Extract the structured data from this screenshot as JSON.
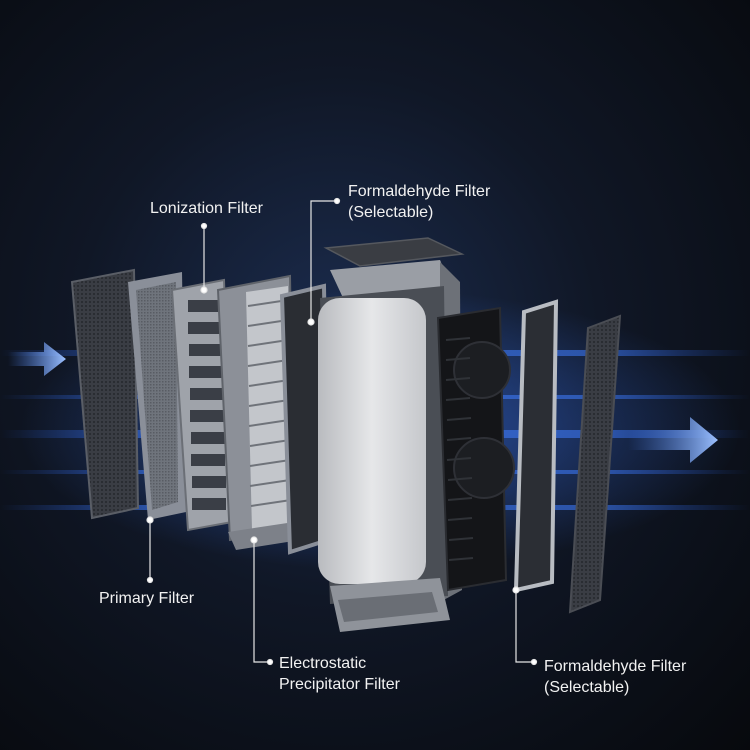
{
  "callouts": {
    "ionization": {
      "line1": "Lonization Filter"
    },
    "formaldehyde_top": {
      "line1": "Formaldehyde Filter",
      "line2": "(Selectable)"
    },
    "primary": {
      "line1": "Primary Filter"
    },
    "electrostatic": {
      "line1": "Electrostatic",
      "line2": "Precipitator Filter"
    },
    "formaldehyde_bottom": {
      "line1": "Formaldehyde Filter",
      "line2": "(Selectable)"
    }
  },
  "colors": {
    "airflow": "#3f7dff",
    "label_text": "#f2f2f2",
    "housing_panel": "#d9dadc",
    "filter_frame": "#8a8f99",
    "background": "#0c1220"
  }
}
